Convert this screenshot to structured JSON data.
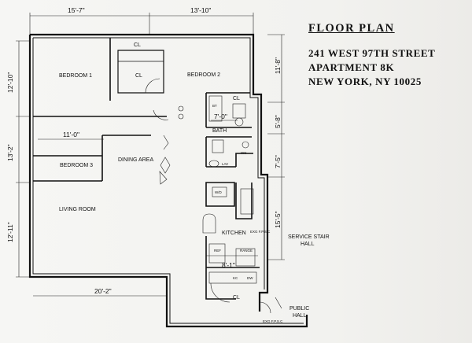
{
  "title": "FLOOR PLAN",
  "address": {
    "line1": "241 WEST 97TH STREET",
    "line2": "APARTMENT 8K",
    "line3": "NEW YORK, NY 10025"
  },
  "rooms": {
    "bedroom1": "BEDROOM 1",
    "bedroom2": "BEDROOM 2",
    "bedroom3": "BEDROOM 3",
    "dining": "DINING AREA",
    "living": "LIVING ROOM",
    "kitchen": "KITCHEN",
    "bath": "BATH",
    "closet": "CL",
    "service_stair": "SERVICE STAIR",
    "service_hall": "HALL",
    "public": "PUBLIC",
    "public_hall": "HALL"
  },
  "dimensions": {
    "top_left": "15'-7\"",
    "top_right": "13'-10\"",
    "left_1": "12'-10\"",
    "left_2": "13'-2\"",
    "left_3": "12'-11\"",
    "right_1": "11'-8\"",
    "right_2": "5'-8\"",
    "right_3": "7'-5\"",
    "right_4": "15'-5\"",
    "bedroom3_width": "11'-0\"",
    "bath_width": "7'-0\"",
    "kitchen_width": "8'-1\"",
    "living_width": "20'-2\""
  },
  "fixtures": {
    "ref": "REF",
    "range": "RANGE",
    "dw": "DW",
    "kc": "KC",
    "lav": "LAV",
    "wc": "WC",
    "bt": "BT",
    "wd": "W/D",
    "exg_service": "EXG F.P.S.C",
    "exg_public": "EXG F.P.S.C"
  }
}
